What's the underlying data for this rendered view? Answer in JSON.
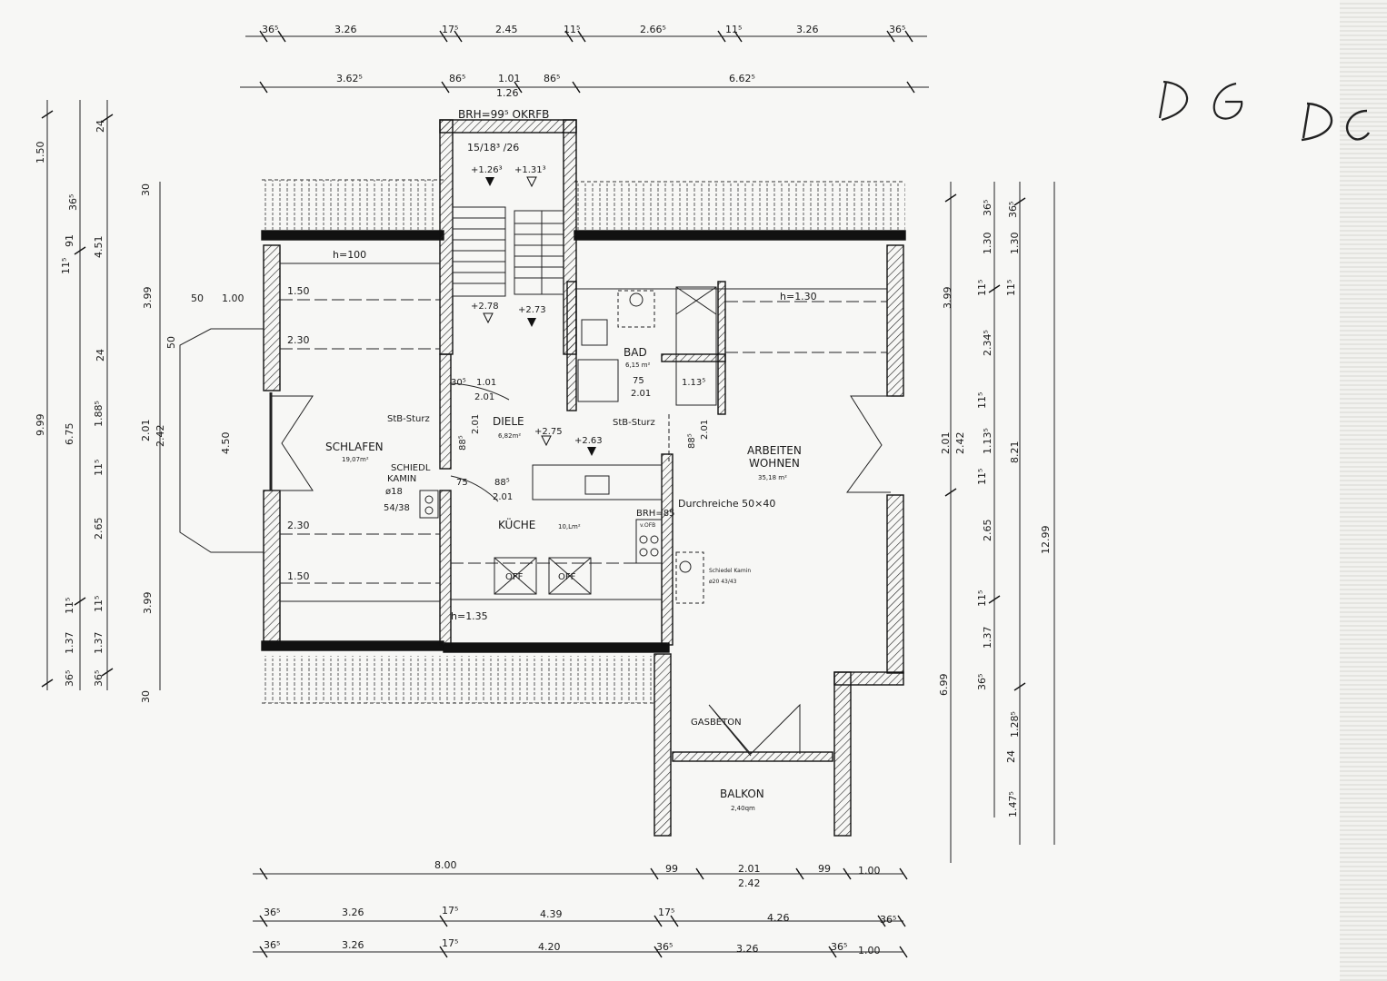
{
  "handwritten": {
    "note_1": "DG",
    "note_2": "DG"
  },
  "dims_top": {
    "row1": [
      "36⁵",
      "3.26",
      "17⁵",
      "2.45",
      "11⁵",
      "2.66⁵",
      "11⁵",
      "3.26",
      "36⁵"
    ],
    "row2": [
      "3.62⁵",
      "86⁵",
      "1.01",
      "86⁵",
      "6.62⁵"
    ],
    "row2_sub": "1.26"
  },
  "dims_bottom": {
    "row1": [
      "8.00",
      "99",
      "2.01",
      "99",
      "1.00"
    ],
    "row1_sub": "2.42",
    "row2": [
      "36⁵",
      "3.26",
      "17⁵",
      "4.39",
      "17⁵",
      "4.26",
      "36⁵"
    ],
    "row3": [
      "36⁵",
      "3.26",
      "17⁵",
      "4.20",
      "36⁵",
      "3.26",
      "36⁵",
      "1.00"
    ]
  },
  "dims_left": {
    "outer": [
      "9.99"
    ],
    "mid": [
      "1.50",
      "36⁵",
      "91",
      "11⁵",
      "6.75",
      "11⁵",
      "1.37",
      "36⁵"
    ],
    "inner": [
      "24",
      "4.51",
      "24",
      "1.88⁵",
      "11⁵",
      "2.65",
      "11⁵",
      "1.37",
      "36⁵"
    ],
    "wall": [
      "3.99",
      "3.99",
      "2.01",
      "2.42",
      "4.50"
    ],
    "small": [
      "30",
      "30",
      "50",
      "50",
      "1.00"
    ]
  },
  "dims_right": {
    "col1": [
      "3.99",
      "6.99",
      "2.01",
      "2.42"
    ],
    "col2": [
      "36⁵",
      "1.30",
      "11⁵",
      "2.34⁵",
      "11⁵",
      "1.13⁵",
      "11⁵",
      "2.65",
      "11⁵",
      "1.37",
      "36⁵",
      "1.28⁵",
      "24",
      "1.47⁵"
    ],
    "col3": [
      "36⁵",
      "1.30",
      "11⁵",
      "8.21",
      "12.99"
    ]
  },
  "rooms": {
    "schlafen": {
      "name": "SCHLAFEN",
      "area": "19,07m²"
    },
    "diele": {
      "name": "DIELE",
      "area": "6,82m²"
    },
    "kueche": {
      "name": "KÜCHE",
      "area": "10,Lm²"
    },
    "bad": {
      "name": "BAD",
      "area": "6,15 m²"
    },
    "arbeiten": {
      "name_1": "ARBEITEN",
      "name_2": "WOHNEN",
      "area": "35,18 m²"
    },
    "balkon": {
      "name": "BALKON",
      "area": "2,40qm"
    }
  },
  "labels": {
    "brh_top": "BRH=99⁵ OKRFB",
    "stair_formula": "15/18³ /26",
    "lvl_126": "+1.26³",
    "lvl_131": "+1.31³",
    "lvl_278": "+2.78",
    "lvl_273": "+2.73",
    "lvl_275": "+2.75",
    "lvl_263": "+2.63",
    "h100": "h=100",
    "h130": "h=1.30",
    "h135": "h=1.35",
    "schlafen_150a": "1.50",
    "schlafen_230a": "2.30",
    "schlafen_230b": "2.30",
    "schlafen_150b": "1.50",
    "stb_sturz_1": "StB-Sturz",
    "stb_sturz_2": "StB-Sturz",
    "schiedl_1": "SCHIEDL",
    "schiedl_2": "KAMIN",
    "schiedl_3": "ø18",
    "schiedl_4": "54/38",
    "door_30": "30⁵",
    "door_101": "1.01",
    "door_201a": "2.01",
    "door_885a": "88⁵",
    "door_201b": "2.01",
    "door_75a": "75",
    "door_885b": "88⁵",
    "door_201c": "2.01",
    "door_75b": "75",
    "door_201d": "2.01",
    "door_113": "1.13⁵",
    "door_885c": "88⁵",
    "door_201e": "2.01",
    "brh85_1": "BRH=85",
    "brh85_2": "v.OFB",
    "durchreiche": "Durchreiche 50×40",
    "kamin_2a": "Schiedel Kamin",
    "kamin_2b": "ø20   43/43",
    "gasbeton": "GASBETON",
    "off_1": "OFF",
    "off_2": "OFF"
  }
}
